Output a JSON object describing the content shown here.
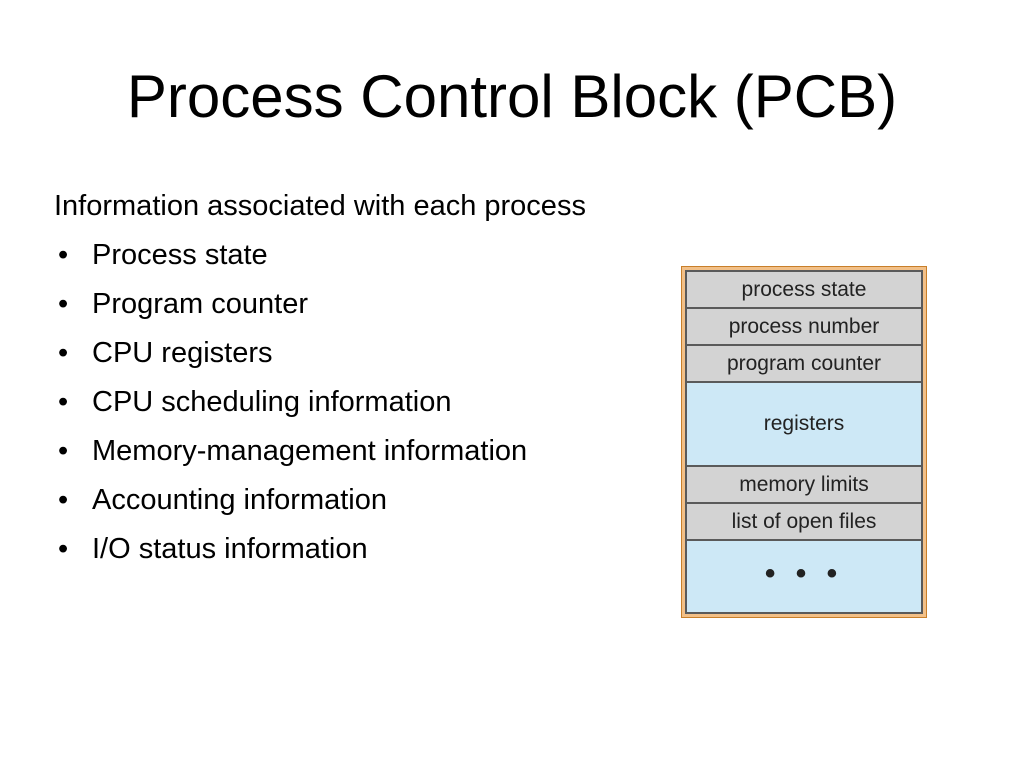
{
  "slide": {
    "title": "Process Control Block (PCB)",
    "intro": "Information associated with each process",
    "bullet_symbol": "•",
    "bullets": [
      "Process state",
      "Program counter",
      "CPU registers",
      "CPU scheduling information",
      "Memory-management information",
      "Accounting information",
      "I/O status information"
    ]
  },
  "pcb_diagram": {
    "fields": [
      "process state",
      "process number",
      "program counter",
      "registers",
      "memory limits",
      "list of open files",
      "• • •"
    ],
    "colors": {
      "gray_field": "#d3d3d3",
      "blue_field": "#cde8f6",
      "frame": "#f2c088",
      "border": "#5a5a5a"
    }
  }
}
